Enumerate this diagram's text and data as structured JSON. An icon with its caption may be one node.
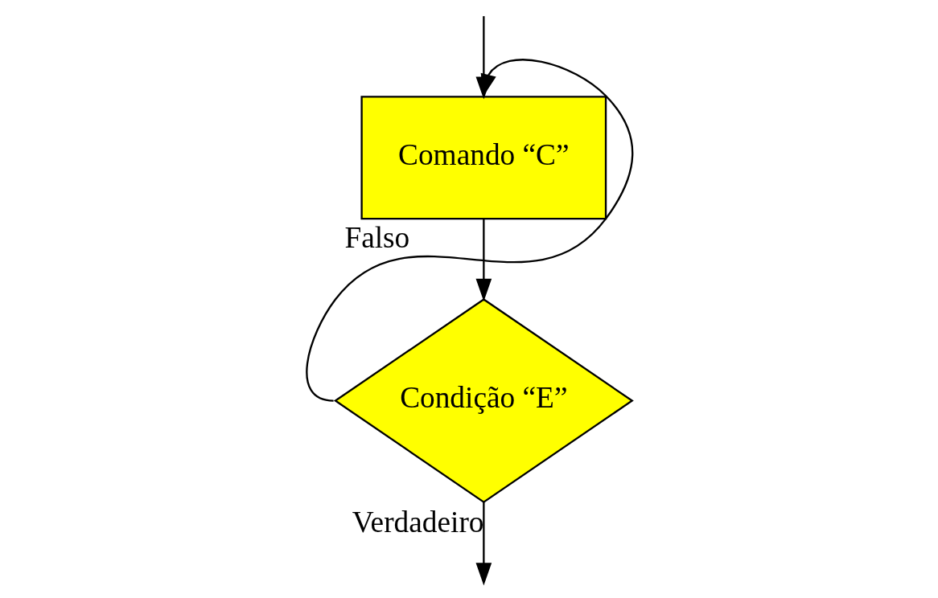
{
  "diagram": {
    "nodes": [
      {
        "text": [
          "Comando “C”"
        ]
      },
      {
        "text": [
          "Condição “E”"
        ]
      }
    ],
    "edges": [
      {
        "from": null,
        "to": 0,
        "arrow": "to"
      },
      {
        "from": 0,
        "to": 1,
        "arrow": "to"
      },
      {
        "from": 1,
        "to": 0,
        "arrow": "to",
        "label": "Falso"
      },
      {
        "from": 1,
        "to": null,
        "arrow": "to",
        "label": "Verdadeiro"
      }
    ]
  }
}
